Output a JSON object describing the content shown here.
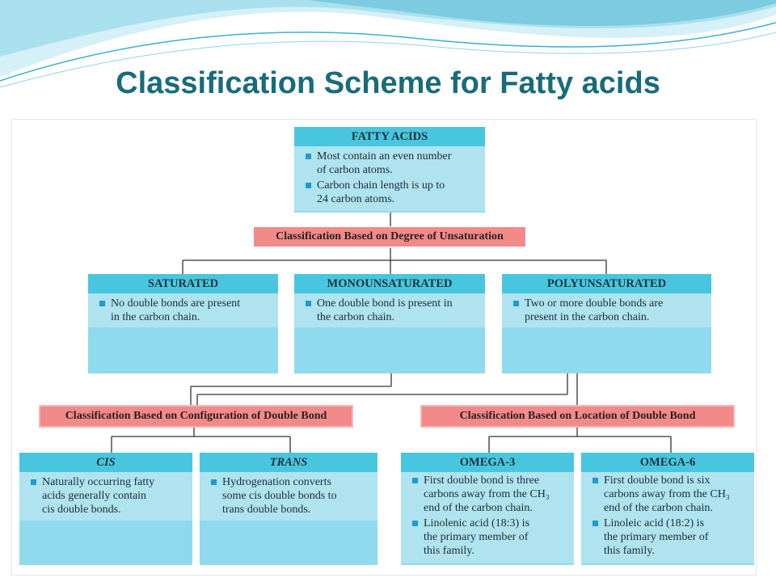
{
  "title": "Classification Scheme for Fatty acids",
  "colors": {
    "title": "#1a6b7a",
    "box_header": "#48c6e0",
    "box_body": "#aee3ef",
    "classifier": "#f28a8a"
  },
  "root": {
    "heading": "FATTY ACIDS",
    "points": [
      "Most contain an even number\nof carbon atoms.",
      "Carbon chain length is up to\n24 carbon atoms."
    ]
  },
  "classifiers": {
    "unsaturation": "Classification Based on Degree of Unsaturation",
    "configuration": "Classification Based on Configuration of Double Bond",
    "location": "Classification Based on Location of Double Bond"
  },
  "saturated": {
    "heading": "SATURATED",
    "points": [
      "No double bonds are present\nin the carbon chain."
    ]
  },
  "monounsaturated": {
    "heading": "MONOUNSATURATED",
    "points": [
      "One double bond is present in\nthe carbon chain."
    ]
  },
  "polyunsaturated": {
    "heading": "POLYUNSATURATED",
    "points": [
      "Two or more double bonds are\npresent in the carbon chain."
    ]
  },
  "cis": {
    "heading": "CIS",
    "points": [
      "Naturally occurring fatty\nacids generally contain\ncis double bonds."
    ]
  },
  "trans": {
    "heading": "TRANS",
    "points": [
      "Hydrogenation converts\nsome cis double bonds to\ntrans double bonds."
    ]
  },
  "omega3": {
    "heading": "OMEGA-3",
    "points": [
      "First double bond is three\ncarbons away from the CH₃\nend of the carbon chain.",
      "Linolenic acid (18:3) is\nthe primary member of\nthis family."
    ]
  },
  "omega6": {
    "heading": "OMEGA-6",
    "points": [
      "First double bond is six\ncarbons away from the CH₃\nend of the carbon chain.",
      "Linoleic acid (18:2) is\nthe primary member of\nthis family."
    ]
  }
}
